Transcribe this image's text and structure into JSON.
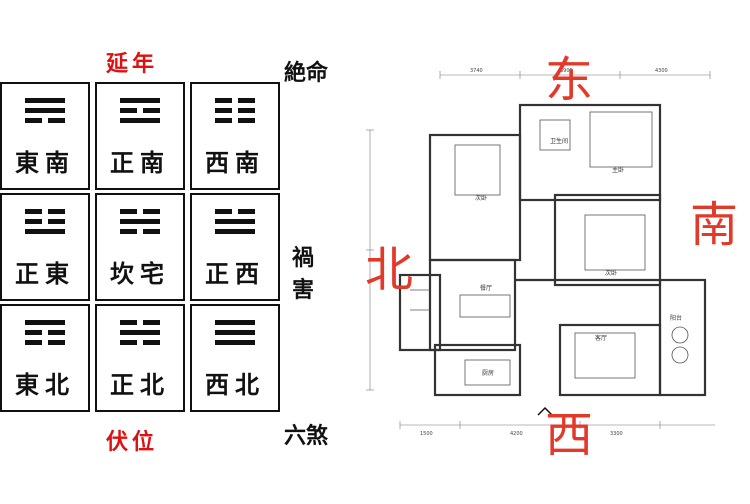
{
  "bagua": {
    "top_label": "延年",
    "bottom_label": "伏位",
    "right_top": "絶命",
    "right_mid_1": "禍",
    "right_mid_2": "害",
    "right_bottom": "六煞",
    "cells": [
      {
        "name": "東南",
        "trigram": [
          1,
          1,
          0
        ]
      },
      {
        "name": "正南",
        "trigram": [
          1,
          0,
          1
        ]
      },
      {
        "name": "西南",
        "trigram": [
          0,
          0,
          0
        ]
      },
      {
        "name": "正東",
        "trigram": [
          0,
          0,
          1
        ]
      },
      {
        "name": "坎宅",
        "trigram": [
          0,
          1,
          0
        ]
      },
      {
        "name": "正西",
        "trigram": [
          0,
          1,
          1
        ]
      },
      {
        "name": "東北",
        "trigram": [
          1,
          0,
          0
        ]
      },
      {
        "name": "正北",
        "trigram": [
          0,
          1,
          0
        ]
      },
      {
        "name": "西北",
        "trigram": [
          1,
          1,
          1
        ]
      }
    ]
  },
  "floorplan": {
    "handwritten_east": "东",
    "handwritten_south": "南",
    "handwritten_north": "北",
    "handwritten_west": "西"
  },
  "colors": {
    "accent_red": "#d11111",
    "handwriting_red": "#e23a2a"
  }
}
